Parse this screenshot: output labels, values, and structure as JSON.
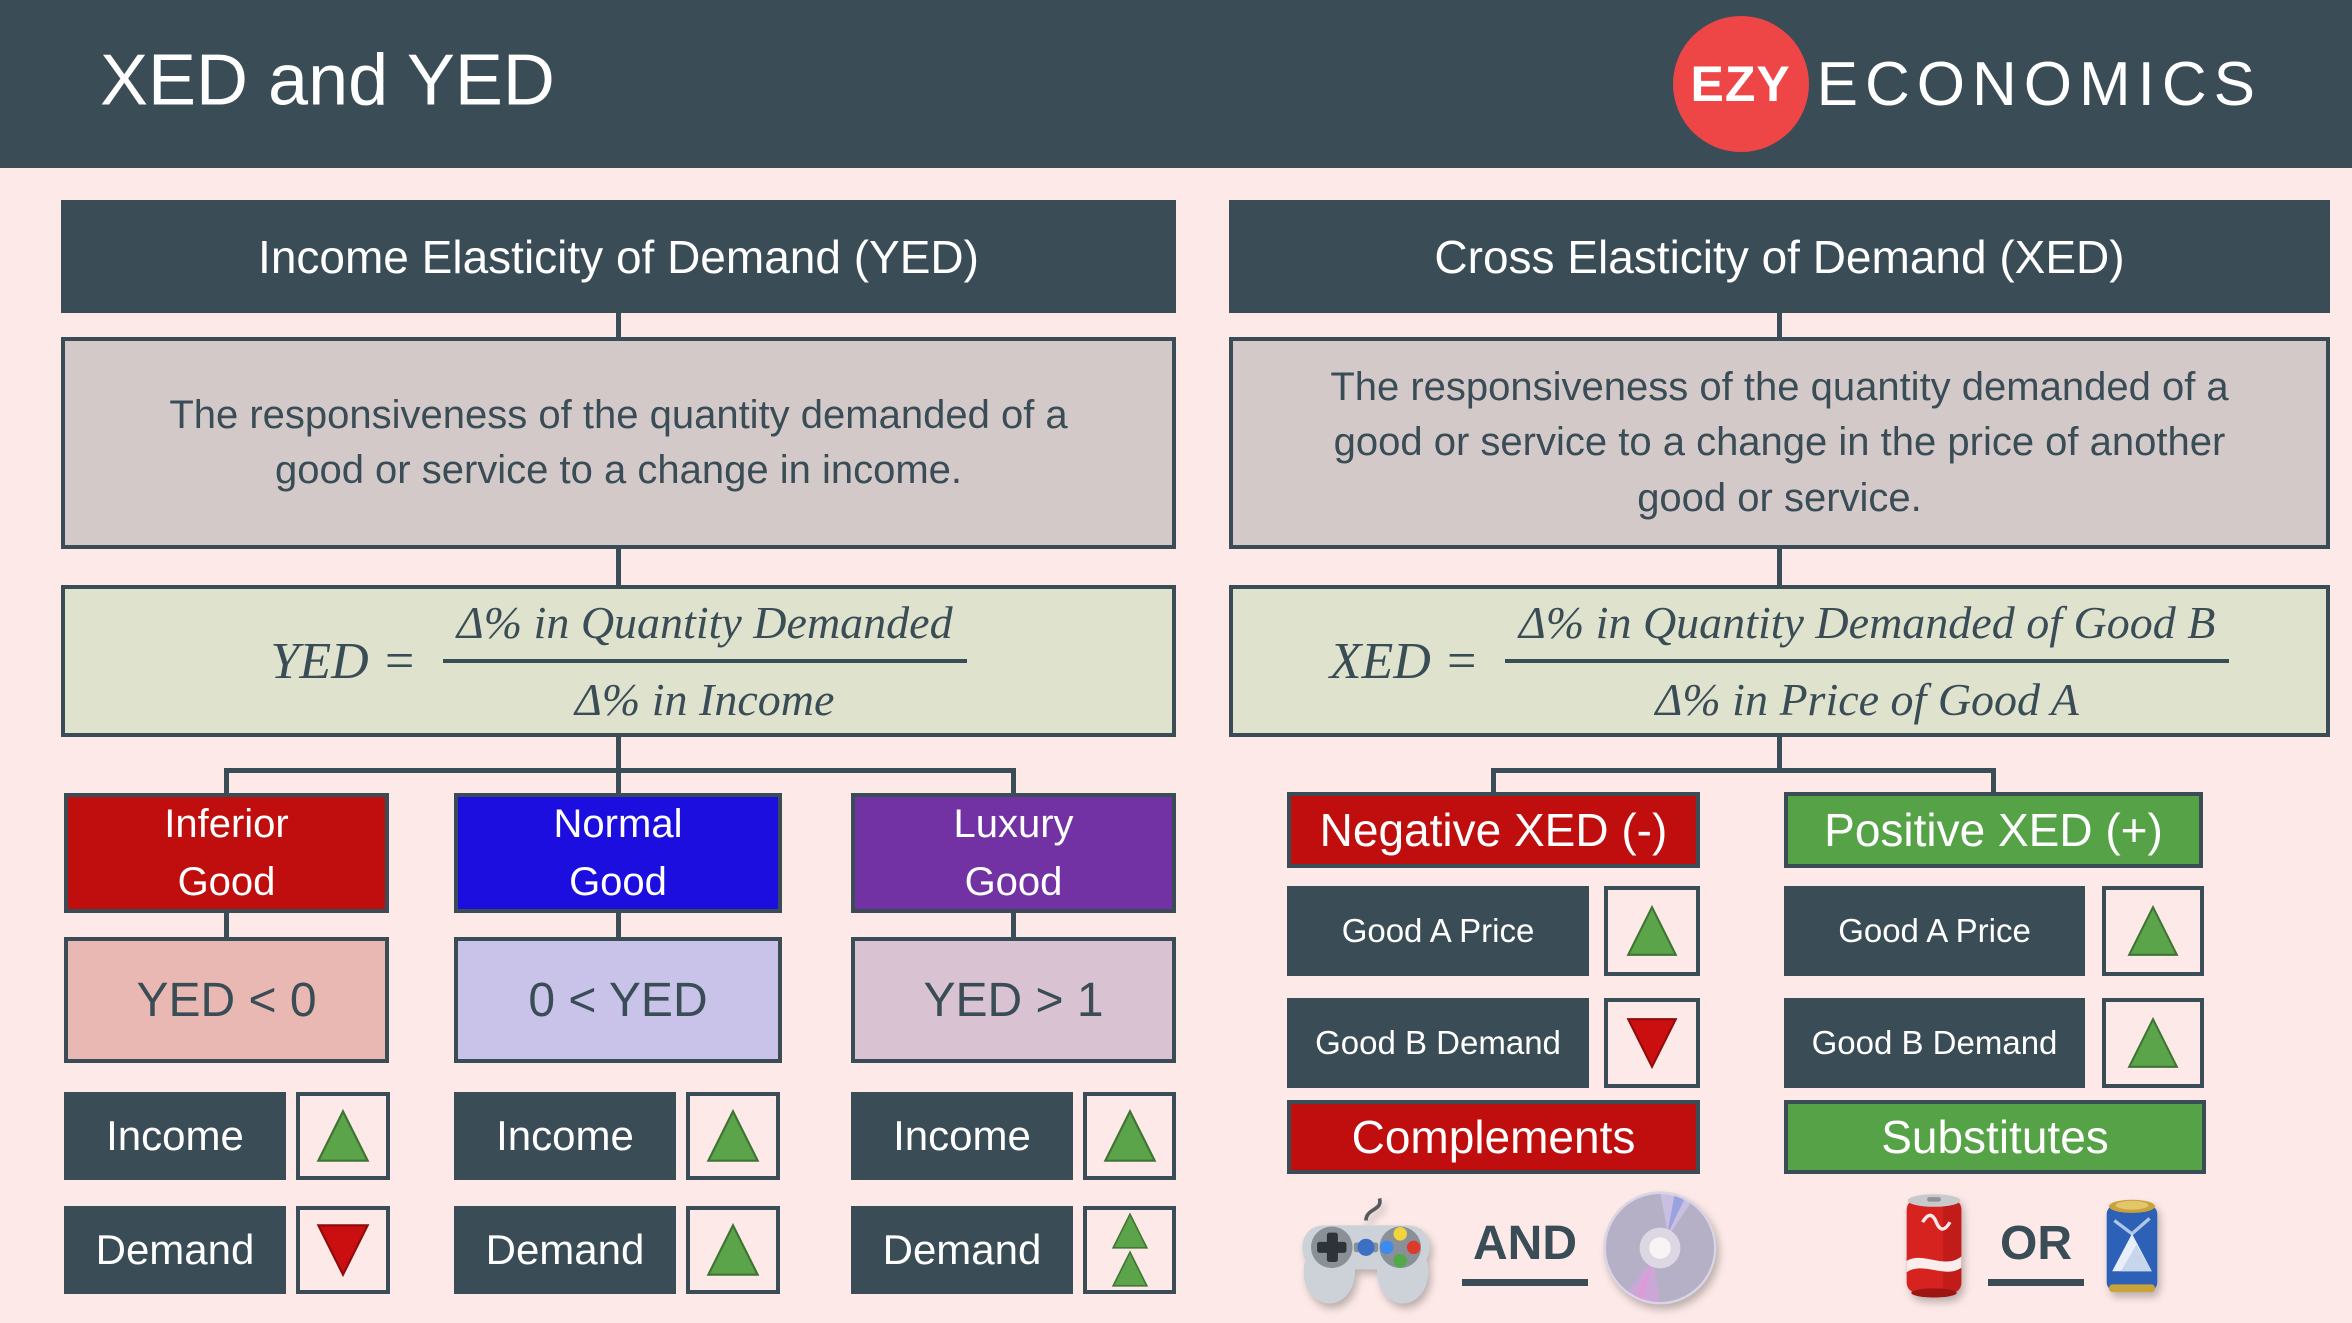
{
  "header": {
    "title": "XED and YED",
    "logo": {
      "ezy": "EZY",
      "economics": "ECONOMICS"
    }
  },
  "colors": {
    "slate": "#3a4d56",
    "background_pink": "#fdeae8",
    "definition_bg": "#d3c9c9",
    "formula_bg": "#dfe2cd",
    "red": "#c00d0d",
    "blue": "#1b0edf",
    "purple": "#7232a3",
    "salmon": "#eab8b2",
    "lavender": "#c9c3ea",
    "mauve": "#d9c3d3",
    "green": "#55a346",
    "arrow_green": "#5ca44a",
    "arrow_red": "#cb0e10",
    "logo_red": "#ee4546"
  },
  "yed": {
    "title": "Income Elasticity of Demand (YED)",
    "definition": "The responsiveness of the quantity demanded of a\ngood or service to a change in income.",
    "formula": {
      "lhs": "YED =",
      "numerator": "Δ% in Quantity Demanded",
      "denominator": "Δ% in Income"
    },
    "income_label": "Income",
    "demand_label": "Demand",
    "goods": [
      {
        "name": "Inferior\nGood",
        "condition": "YED < 0",
        "income_arrow": "up",
        "demand_arrow": "down"
      },
      {
        "name": "Normal\nGood",
        "condition": "0 < YED",
        "income_arrow": "up",
        "demand_arrow": "up"
      },
      {
        "name": "Luxury\nGood",
        "condition": "YED > 1",
        "income_arrow": "up",
        "demand_arrow": "double-up"
      }
    ]
  },
  "xed": {
    "title": "Cross Elasticity of Demand (XED)",
    "definition": "The responsiveness of the quantity demanded of a\ngood or service to a change in the price of another\ngood or service.",
    "formula": {
      "lhs": "XED =",
      "numerator": "Δ% in Quantity Demanded of Good B",
      "denominator": "Δ% in Price of Good A"
    },
    "branches": [
      {
        "title": "Negative XED (-)",
        "good_a_label": "Good A Price",
        "good_a_arrow": "up",
        "good_b_label": "Good B Demand",
        "good_b_arrow": "down",
        "relationship": "Complements",
        "joiner": "AND",
        "example_icons": [
          "game-controller",
          "cd-disc"
        ]
      },
      {
        "title": "Positive XED (+)",
        "good_a_label": "Good A Price",
        "good_a_arrow": "up",
        "good_b_label": "Good B Demand",
        "good_b_arrow": "up",
        "relationship": "Substitutes",
        "joiner": "OR",
        "example_icons": [
          "cola-can",
          "beer-can"
        ]
      }
    ]
  }
}
